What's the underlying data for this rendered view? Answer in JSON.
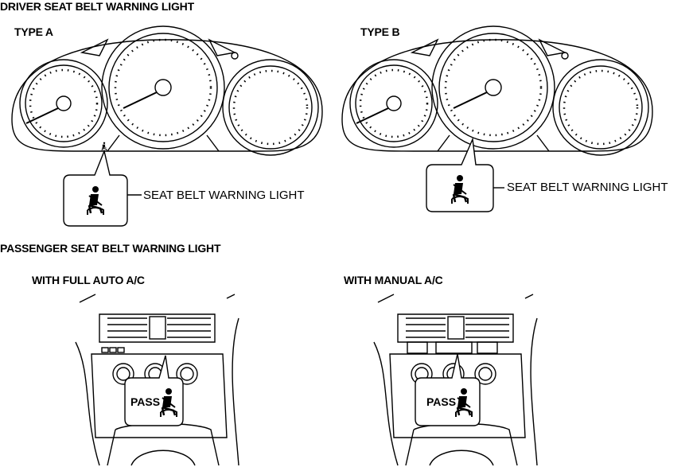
{
  "driver": {
    "heading": "DRIVER SEAT BELT WARNING LIGHT",
    "type_a": {
      "title": "TYPE A",
      "callout_label": "SEAT BELT WARNING LIGHT"
    },
    "type_b": {
      "title": "TYPE B",
      "callout_label": "SEAT BELT WARNING LIGHT"
    }
  },
  "passenger": {
    "heading": "PASSENGER SEAT BELT WARNING LIGHT",
    "full_auto": {
      "title": "WITH FULL AUTO A/C",
      "indicator_text": "PASS"
    },
    "manual": {
      "title": "WITH MANUAL A/C",
      "indicator_text": "PASS"
    }
  },
  "icons": [
    "seat-belt-icon"
  ]
}
